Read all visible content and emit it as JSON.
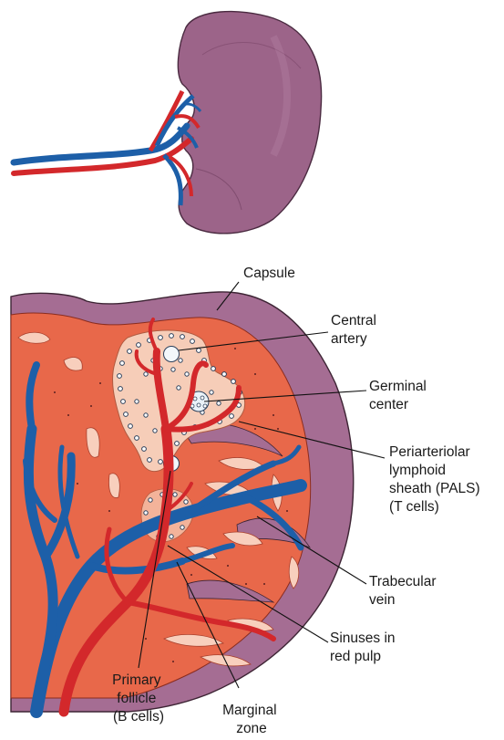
{
  "labels": {
    "capsule": "Capsule",
    "central_artery": [
      "Central",
      "artery"
    ],
    "germinal_center": [
      "Germinal",
      "center"
    ],
    "pals": [
      "Periarteriolar",
      "lymphoid",
      "sheath (PALS)",
      "(T cells)"
    ],
    "trabecular_vein": [
      "Trabecular",
      "vein"
    ],
    "sinuses": [
      "Sinuses in",
      "red pulp"
    ],
    "primary_follicle": [
      "Primary",
      "follicle",
      "(B cells)"
    ],
    "marginal_zone": [
      "Marginal",
      "zone"
    ]
  },
  "colors": {
    "capsule": "#a56d93",
    "capsule_dark": "#7d4a6e",
    "spleen": "#9c6489",
    "red_pulp": "#e8684a",
    "white_pulp": "#f6cdb8",
    "artery": "#d3282b",
    "vein": "#1d5fa8",
    "sinus": "#f8cfbd"
  }
}
